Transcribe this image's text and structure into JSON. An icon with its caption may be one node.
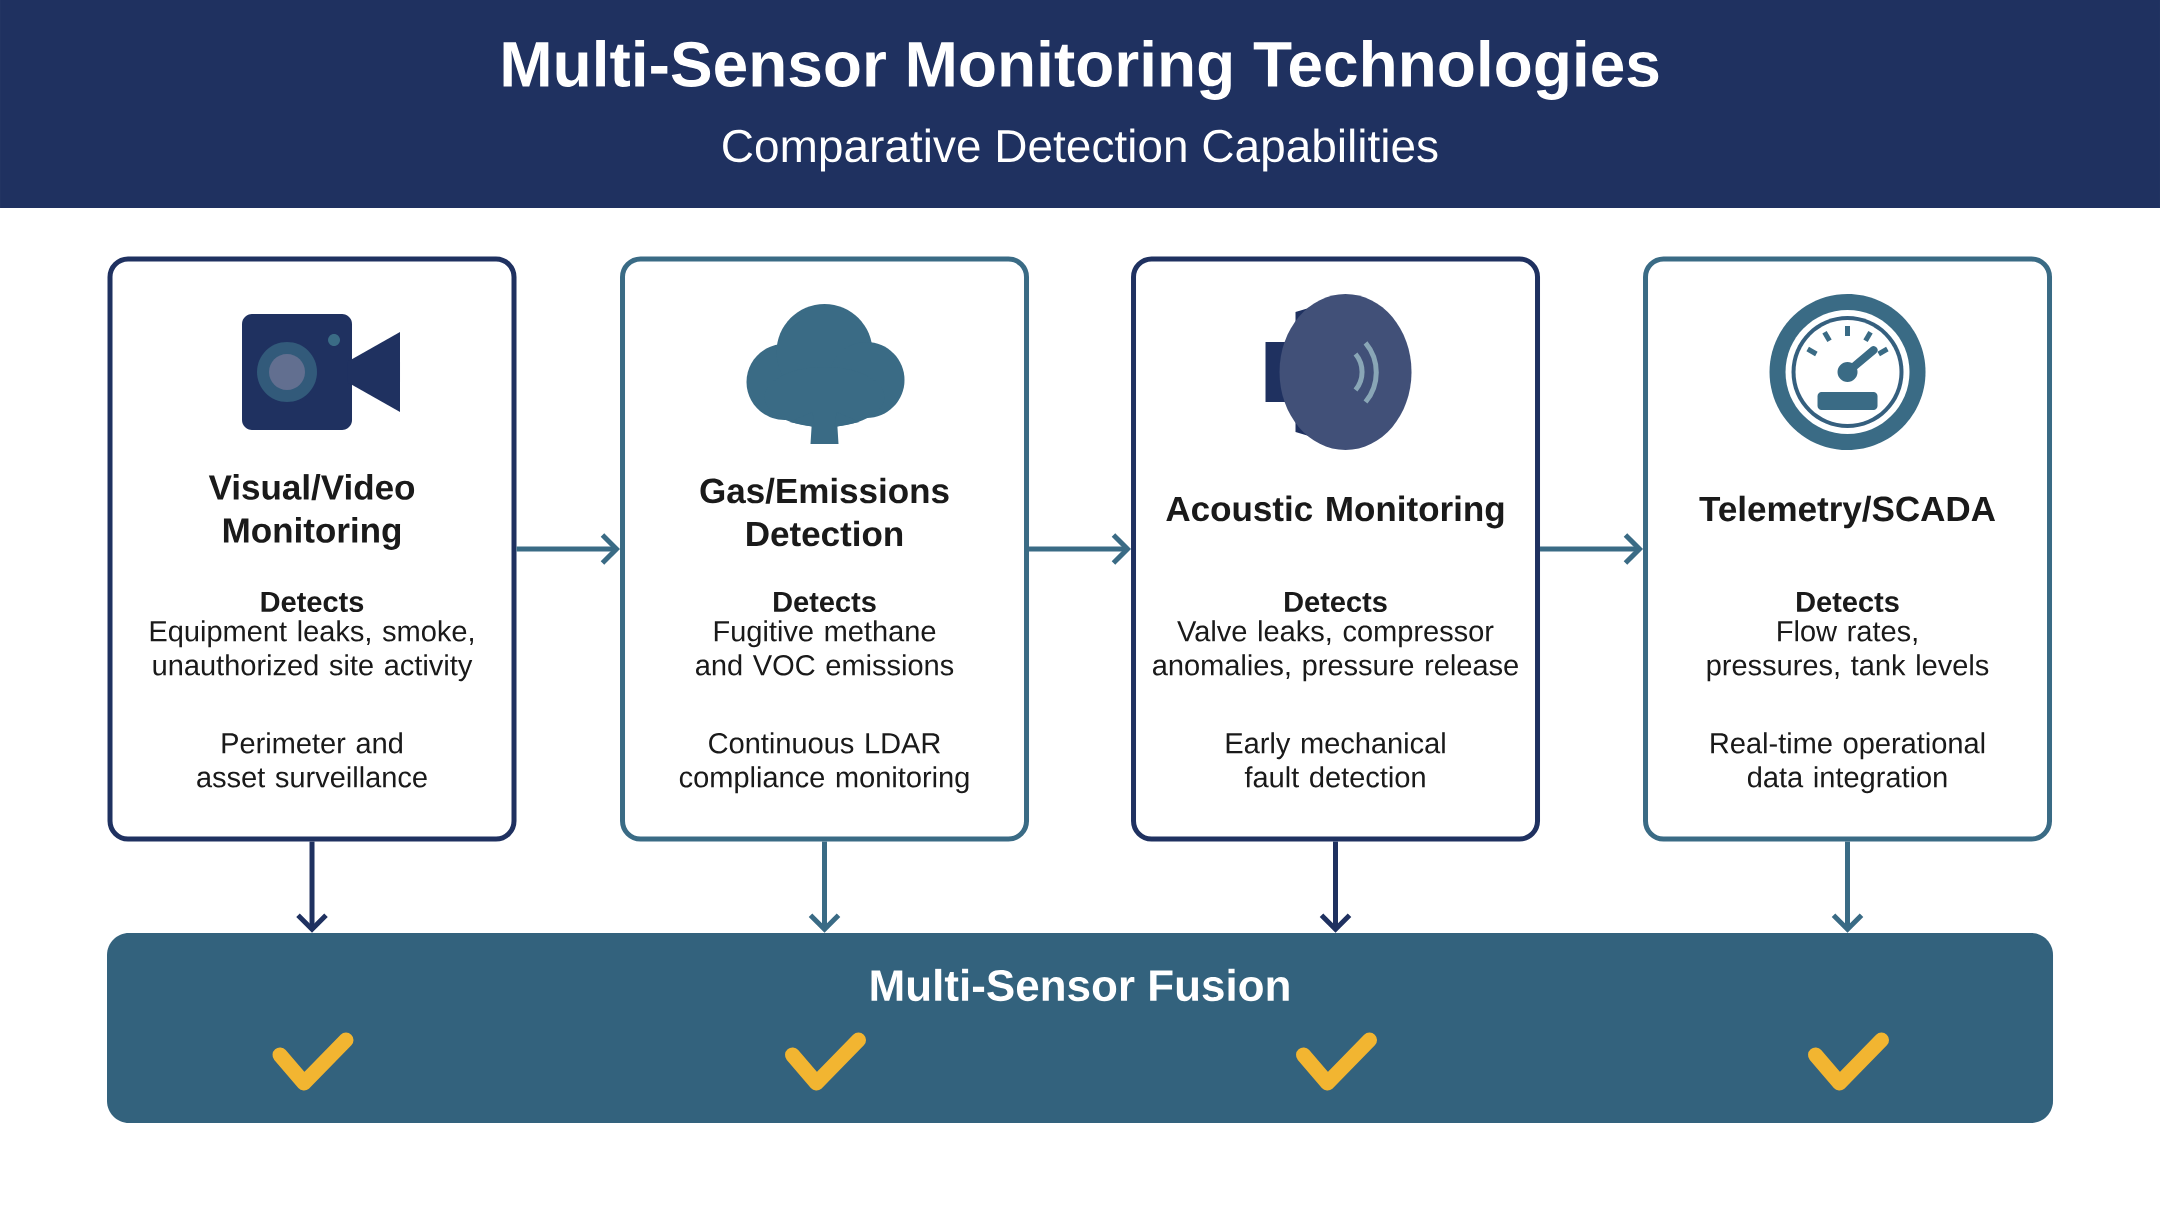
{
  "diagram": {
    "title": "Multi-Sensor Monitoring Technologies",
    "nodes": [
      {
        "text": [
          "Visual/Video Monitoring",
          "Detects",
          "Equipment leaks, smoke, unauthorized site activity",
          "Perimeter and asset surveillance"
        ]
      },
      {
        "text": [
          "Gas/Emissions Detection",
          "Detects",
          "Fugitive methane and VOC emissions",
          "Continuous LDAR compliance monitoring"
        ]
      },
      {
        "text": [
          "Acoustic Monitoring",
          "Detects",
          "Valve leaks, compressor anomalies, pressure release",
          "Early mechanical fault detection"
        ]
      },
      {
        "text": [
          "Telemetry/SCADA",
          "Detects",
          "Flow rates, pressures, tank levels",
          "Real-time operational data integration"
        ]
      },
      {
        "text": [
          "Multi-Sensor Fusion"
        ]
      }
    ],
    "edges": [
      {
        "from": 0,
        "to": 1,
        "arrow": "to"
      },
      {
        "from": 1,
        "to": 2,
        "arrow": "to"
      },
      {
        "from": 2,
        "to": 3,
        "arrow": "to"
      },
      {
        "from": 0,
        "to": 4,
        "arrow": "to",
        "color": "#1f3160"
      },
      {
        "from": 1,
        "to": 4,
        "arrow": "to"
      },
      {
        "from": 2,
        "to": 4,
        "arrow": "to",
        "color": "#1f3160"
      },
      {
        "from": 3,
        "to": 4,
        "arrow": "to"
      }
    ],
    "labels": [
      "Comparative Detection Capabilities"
    ]
  }
}
